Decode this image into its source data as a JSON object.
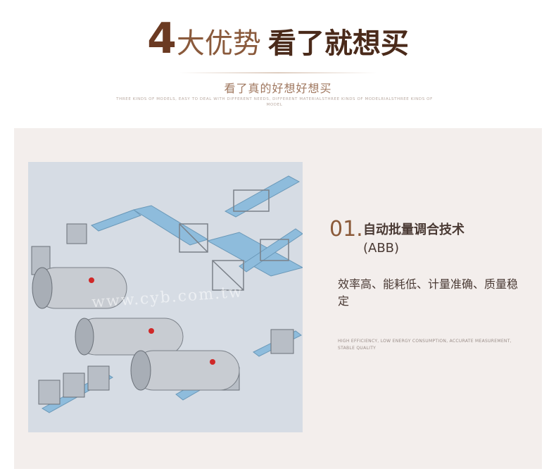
{
  "header": {
    "title_number": "4",
    "title_light": "大优势",
    "title_bold": "看了就想买",
    "subtitle": "看了真的好想好想买",
    "english_line": "THREE KINDS OF MODELS, EASY TO DEAL WITH DIFFERENT NEEDS, DIFFERENT MATERIALSTHREE KINDS OF MODELRIALSTHREE KINDS OF MODEL"
  },
  "feature": {
    "number": "01.",
    "title": "自动批量调合技术",
    "subtitle": "(ABB)",
    "description": "效率高、能耗低、计量准确、质量稳定",
    "english": "HIGH EFFICIENCY, LOW ENERGY CONSUMPTION, ACCURATE MEASUREMENT, STABLE QUALITY"
  },
  "image": {
    "watermark": "www.cyb.com.tw"
  },
  "colors": {
    "accent_brown": "#8b5a3a",
    "panel_bg": "#f3eeec",
    "conveyor_blue": "#8ab8d8"
  }
}
